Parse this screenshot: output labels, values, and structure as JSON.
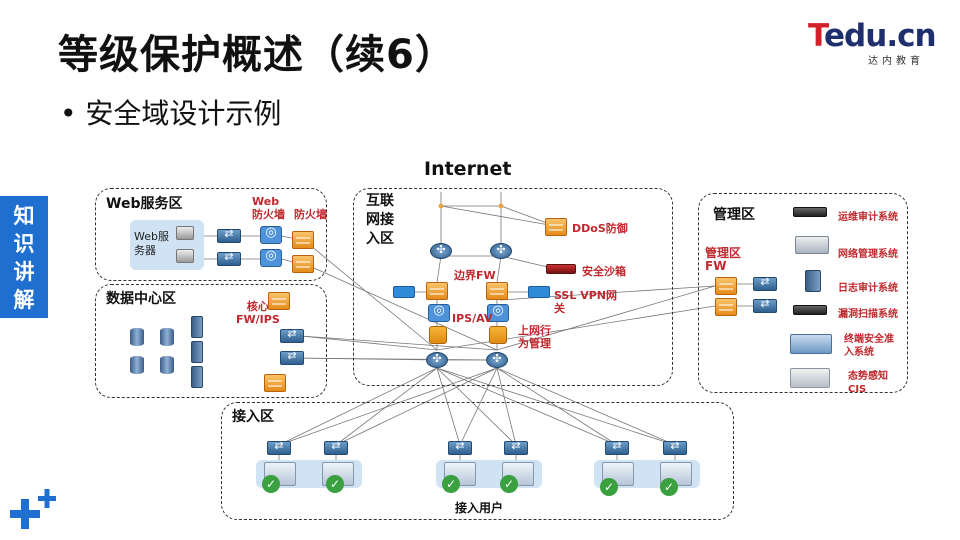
{
  "slide": {
    "title": "等级保护概述（续6）",
    "bullet": "安全域设计示例",
    "side_tab": [
      "知",
      "识",
      "讲",
      "解"
    ],
    "logo": {
      "main_t": "T",
      "main_rest": "edu.cn",
      "sub": "达内教育"
    }
  },
  "diagram": {
    "internet": "Internet",
    "zones": {
      "web": "Web服务区",
      "datacenter": "数据中心区",
      "internet_access": [
        "互联",
        "网接",
        "入区"
      ],
      "management": "管理区",
      "access": "接入区"
    },
    "labels": {
      "web_server": [
        "Web服",
        "务器"
      ],
      "web_fw": [
        "Web",
        "防火墙"
      ],
      "fw": "防火墙",
      "core_fw": [
        "核心",
        "FW/IPS"
      ],
      "ddos": "DDoS防御",
      "border_fw": "边界FW",
      "sandbox": "安全沙箱",
      "ssl_vpn": [
        "SSL VPN网",
        "关"
      ],
      "ips_av": "IPS/AV",
      "behavior": [
        "上网行",
        "为管理"
      ],
      "mgmt_fw": [
        "管理区",
        "FW"
      ],
      "audit_ops": "运维审计系统",
      "net_mgmt": "网络管理系统",
      "log_audit": "日志审计系统",
      "vuln_scan": "漏洞扫描系统",
      "nac": [
        "终端安全准",
        "入系统"
      ],
      "cis": [
        "态势感知",
        "CIS"
      ],
      "access_users": "接入用户"
    },
    "icons": [
      "switch-icon",
      "router-icon",
      "firewall-icon",
      "server-icon",
      "database-icon",
      "pc-icon",
      "shield-check-icon",
      "plus-icon"
    ]
  }
}
